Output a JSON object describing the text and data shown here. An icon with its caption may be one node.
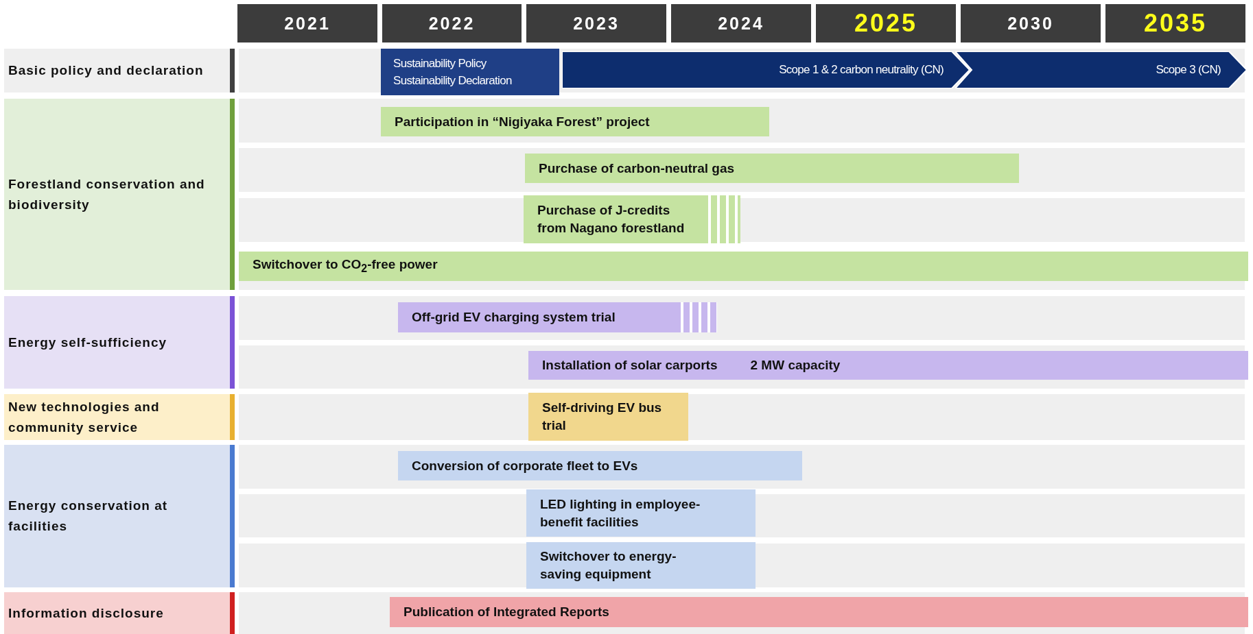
{
  "diagram": {
    "nodes": [
      {
        "text": [
          "2021"
        ]
      },
      {
        "text": [
          "2022"
        ]
      },
      {
        "text": [
          "2023"
        ]
      },
      {
        "text": [
          "2024"
        ]
      },
      {
        "text": [
          "2025"
        ]
      },
      {
        "text": [
          "2030"
        ]
      },
      {
        "text": [
          "2035"
        ]
      },
      {
        "text": [
          "Basic policy and declaration"
        ]
      },
      {
        "text": [
          "Sustainability Policy Sustainability Declaration"
        ]
      },
      {
        "text": [
          "Scope 1 & 2 carbon neutrality (CN)"
        ]
      },
      {
        "text": [
          "Scope 3 (CN)"
        ]
      },
      {
        "text": [
          "Forestland conservation and biodiversity"
        ]
      },
      {
        "text": [
          "Participation in “Nigiyaka Forest” project"
        ]
      },
      {
        "text": [
          "Purchase of carbon-neutral gas"
        ]
      },
      {
        "text": [
          "Purchase of J-credits from Nagano forestland"
        ]
      },
      {
        "text": [
          "Switchover to CO$_{2}$-free power"
        ]
      },
      {
        "text": [
          "Energy self-sufficiency"
        ]
      },
      {
        "text": [
          "Off-grid EV charging system trial"
        ]
      },
      {
        "text": [
          "Installation of solar carports",
          "2 MW capacity"
        ]
      },
      {
        "text": [
          "New technologies and community service"
        ]
      },
      {
        "text": [
          "Self-driving EV bus trial"
        ]
      },
      {
        "text": [
          "Energy conservation at facilities"
        ]
      },
      {
        "text": [
          "Conversion of corporate fleet to EVs"
        ]
      },
      {
        "text": [
          "LED lighting in employee-benefit facilities"
        ]
      },
      {
        "text": [
          "Switchover to energy-saving equipment"
        ]
      },
      {
        "text": [
          "Information disclosure"
        ]
      },
      {
        "text": [
          "Publication of Integrated Reports"
        ]
      }
    ]
  }
}
